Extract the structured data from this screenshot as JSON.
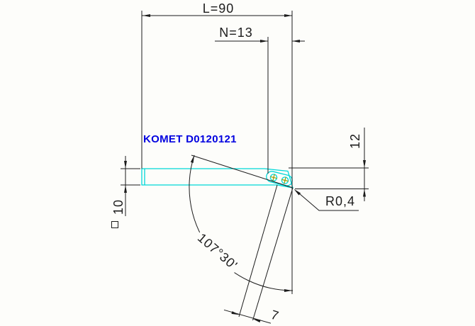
{
  "page": {
    "background": "#fdfdfa"
  },
  "drawing": {
    "part_label": {
      "text": "KOMET D0120121",
      "color": "#0000e0"
    },
    "colors": {
      "dimension_lines": "#1c1c1c",
      "tool_outline": "#00d8d8",
      "screw_slot": "#9a9a00"
    },
    "labels": {
      "overall_length": "L=90",
      "nose_offset": "N=13",
      "tip_drop": "12",
      "shank_size": "10",
      "shank_square_symbol": "□",
      "corner_radius": "R0,4",
      "head_angle": "107°30'",
      "blade_width": "7"
    }
  }
}
